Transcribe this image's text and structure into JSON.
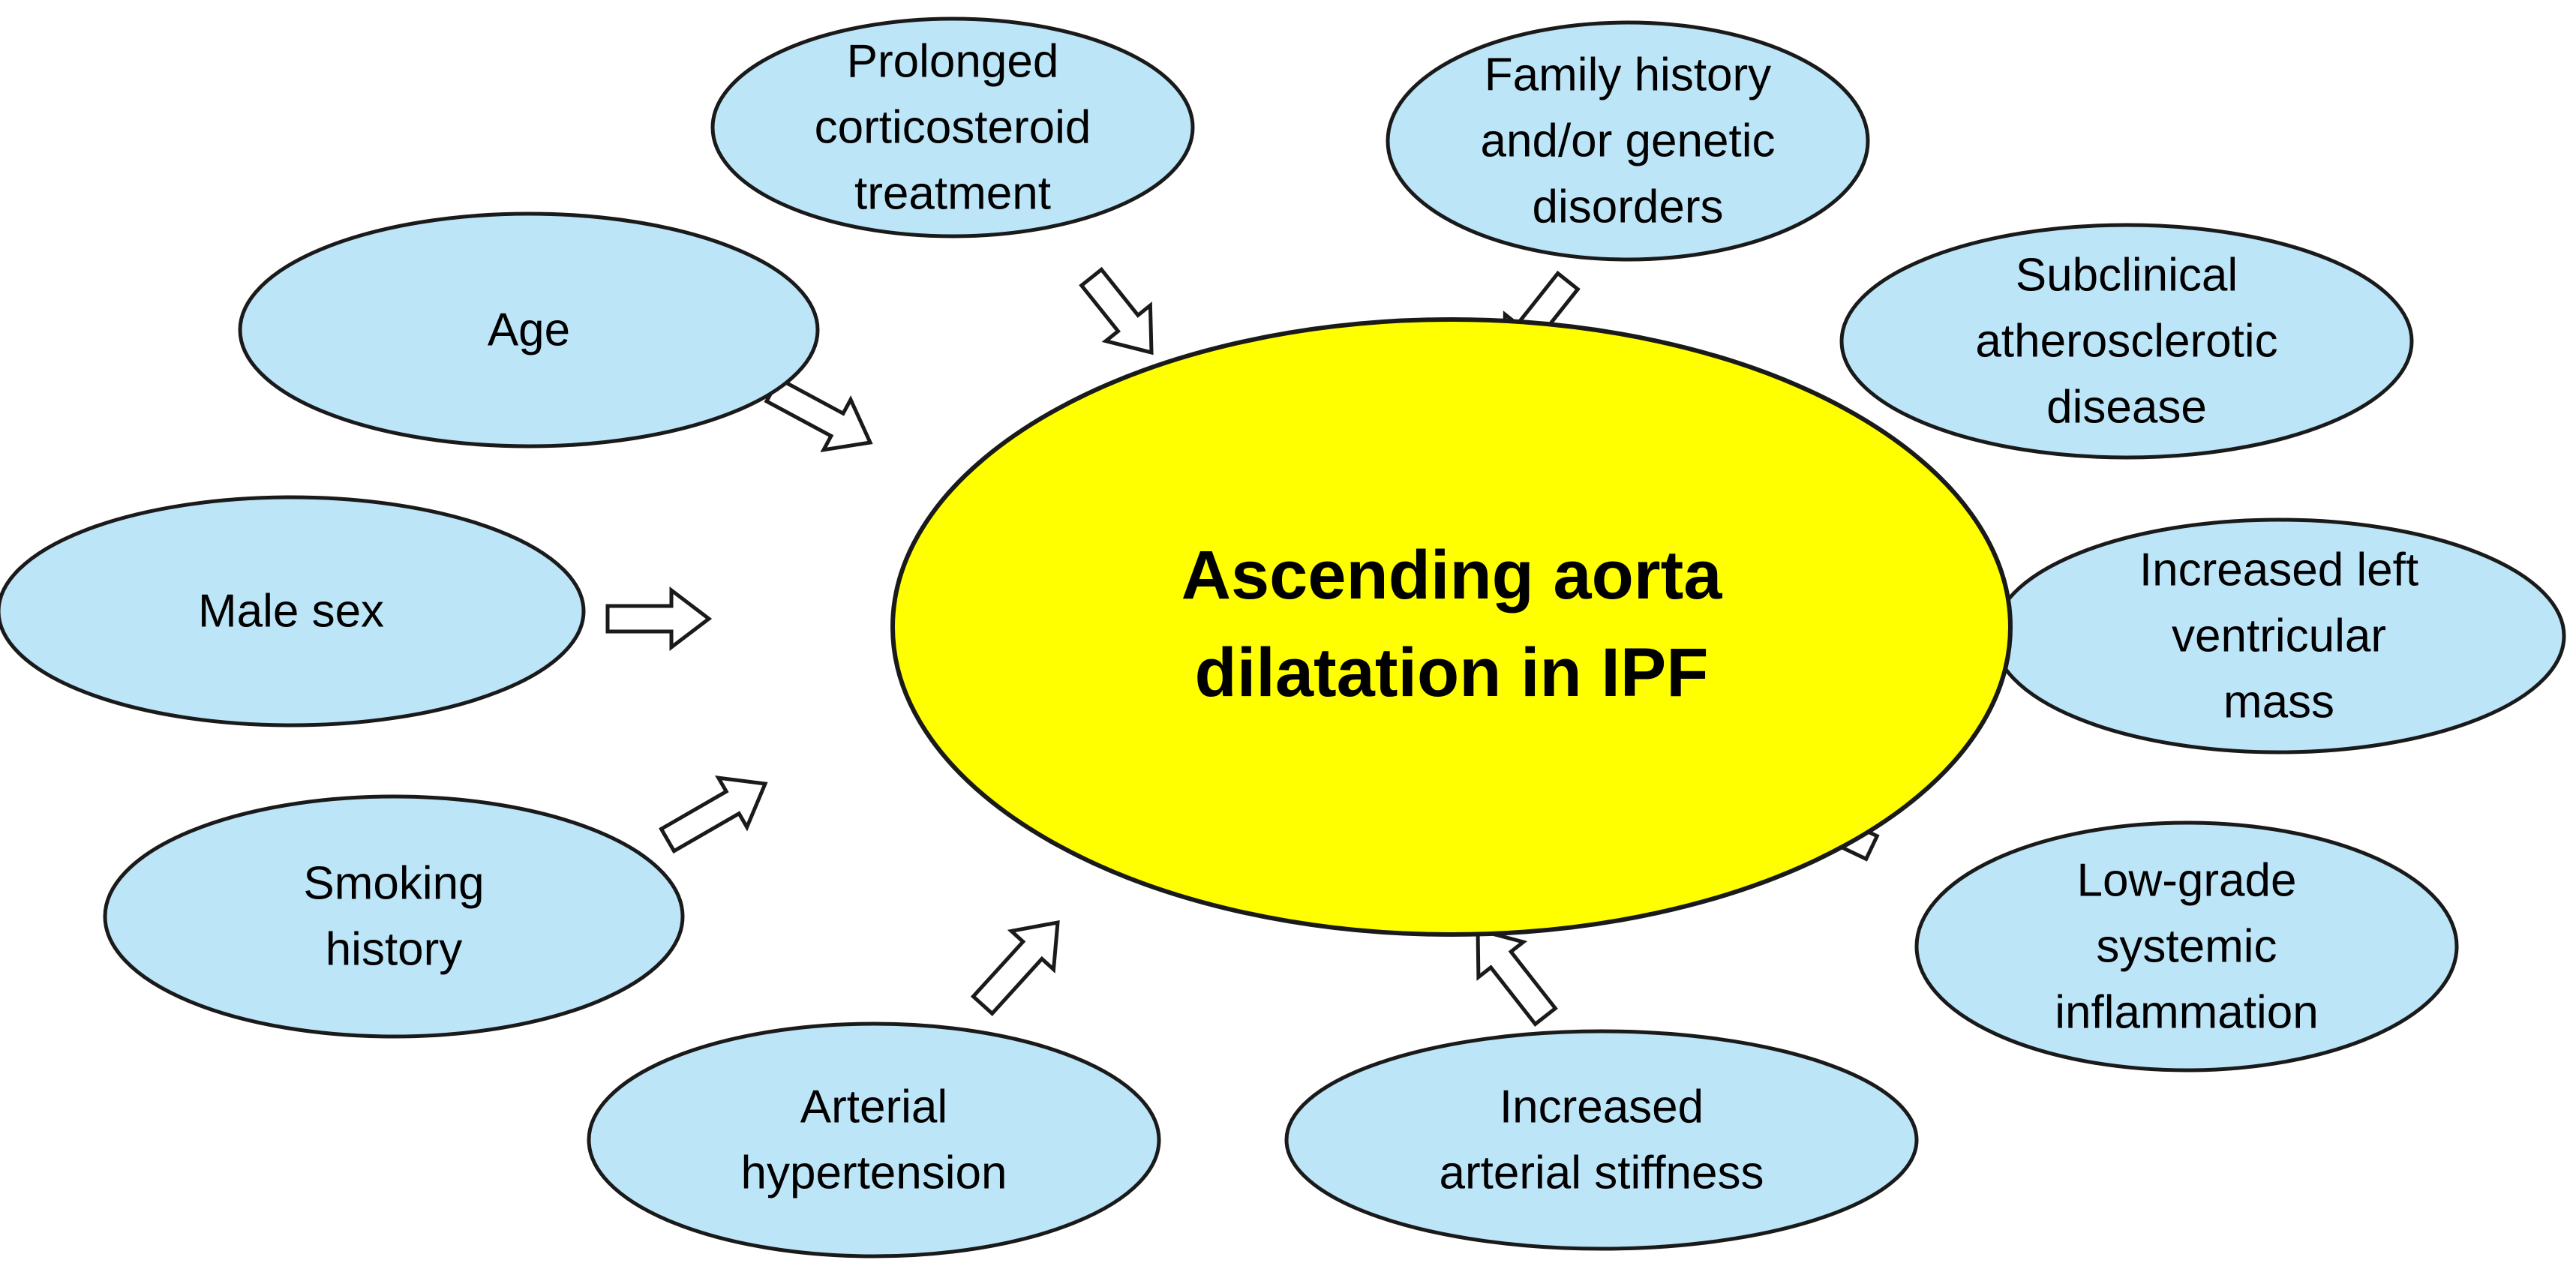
{
  "center": {
    "lines": [
      "Ascending aorta",
      "dilatation in IPF"
    ],
    "fill": "#FFFF00",
    "stroke": "#1a1a1a"
  },
  "factors": [
    {
      "id": "prolonged-corticosteroid-treatment",
      "lines": [
        "Prolonged",
        "corticosteroid",
        "treatment"
      ]
    },
    {
      "id": "family-history-genetic-disorders",
      "lines": [
        "Family history",
        "and/or genetic",
        "disorders"
      ]
    },
    {
      "id": "age",
      "lines": [
        "Age"
      ]
    },
    {
      "id": "subclinical-atherosclerotic-disease",
      "lines": [
        "Subclinical",
        "atherosclerotic",
        "disease"
      ]
    },
    {
      "id": "male-sex",
      "lines": [
        "Male sex"
      ]
    },
    {
      "id": "increased-left-ventricular-mass",
      "lines": [
        "Increased left",
        "ventricular",
        "mass"
      ]
    },
    {
      "id": "smoking-history",
      "lines": [
        "Smoking",
        "history"
      ]
    },
    {
      "id": "low-grade-systemic-inflammation",
      "lines": [
        "Low-grade",
        "systemic",
        "inflammation"
      ]
    },
    {
      "id": "arterial-hypertension",
      "lines": [
        "Arterial",
        "hypertension"
      ]
    },
    {
      "id": "increased-arterial-stiffness",
      "lines": [
        "Increased",
        "arterial stiffness"
      ]
    }
  ],
  "colors": {
    "factor_fill": "#BDE5F8",
    "outline": "#1a1a1a",
    "arrow_fill": "#ffffff"
  }
}
